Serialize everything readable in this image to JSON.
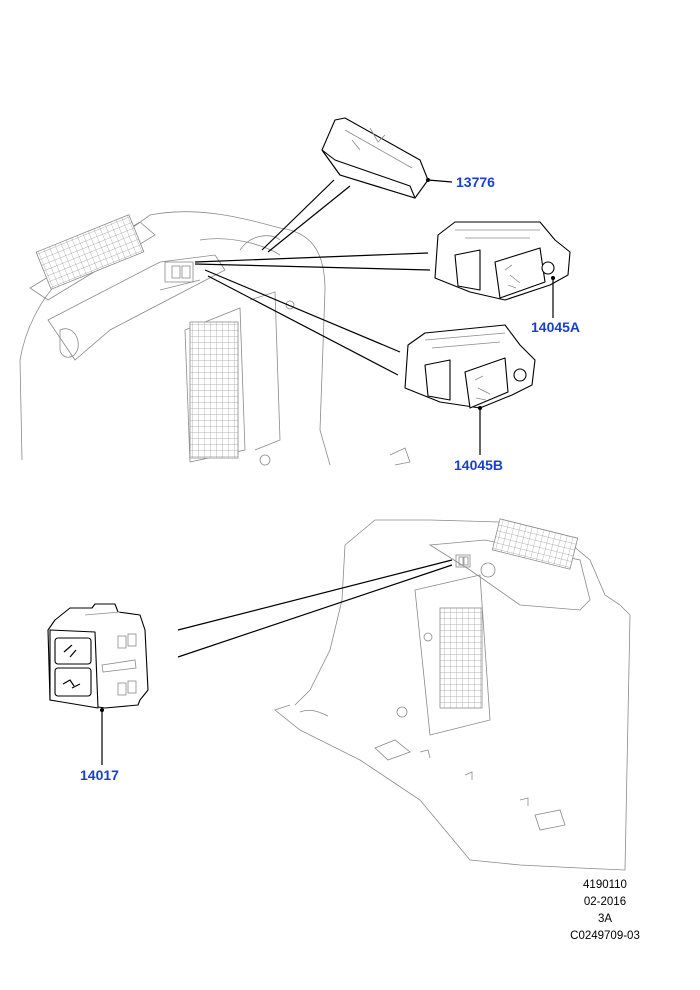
{
  "callouts": {
    "p13776": "13776",
    "p14045a": "14045A",
    "p14045b": "14045B",
    "p14017": "14017"
  },
  "footer": {
    "line1": "4190110",
    "line2": "02-2016",
    "line3": "3A",
    "line4": "C0249709-03"
  },
  "colors": {
    "callout": "#1a3fd0",
    "line": "#000000",
    "outline": "#8a8a8a"
  }
}
